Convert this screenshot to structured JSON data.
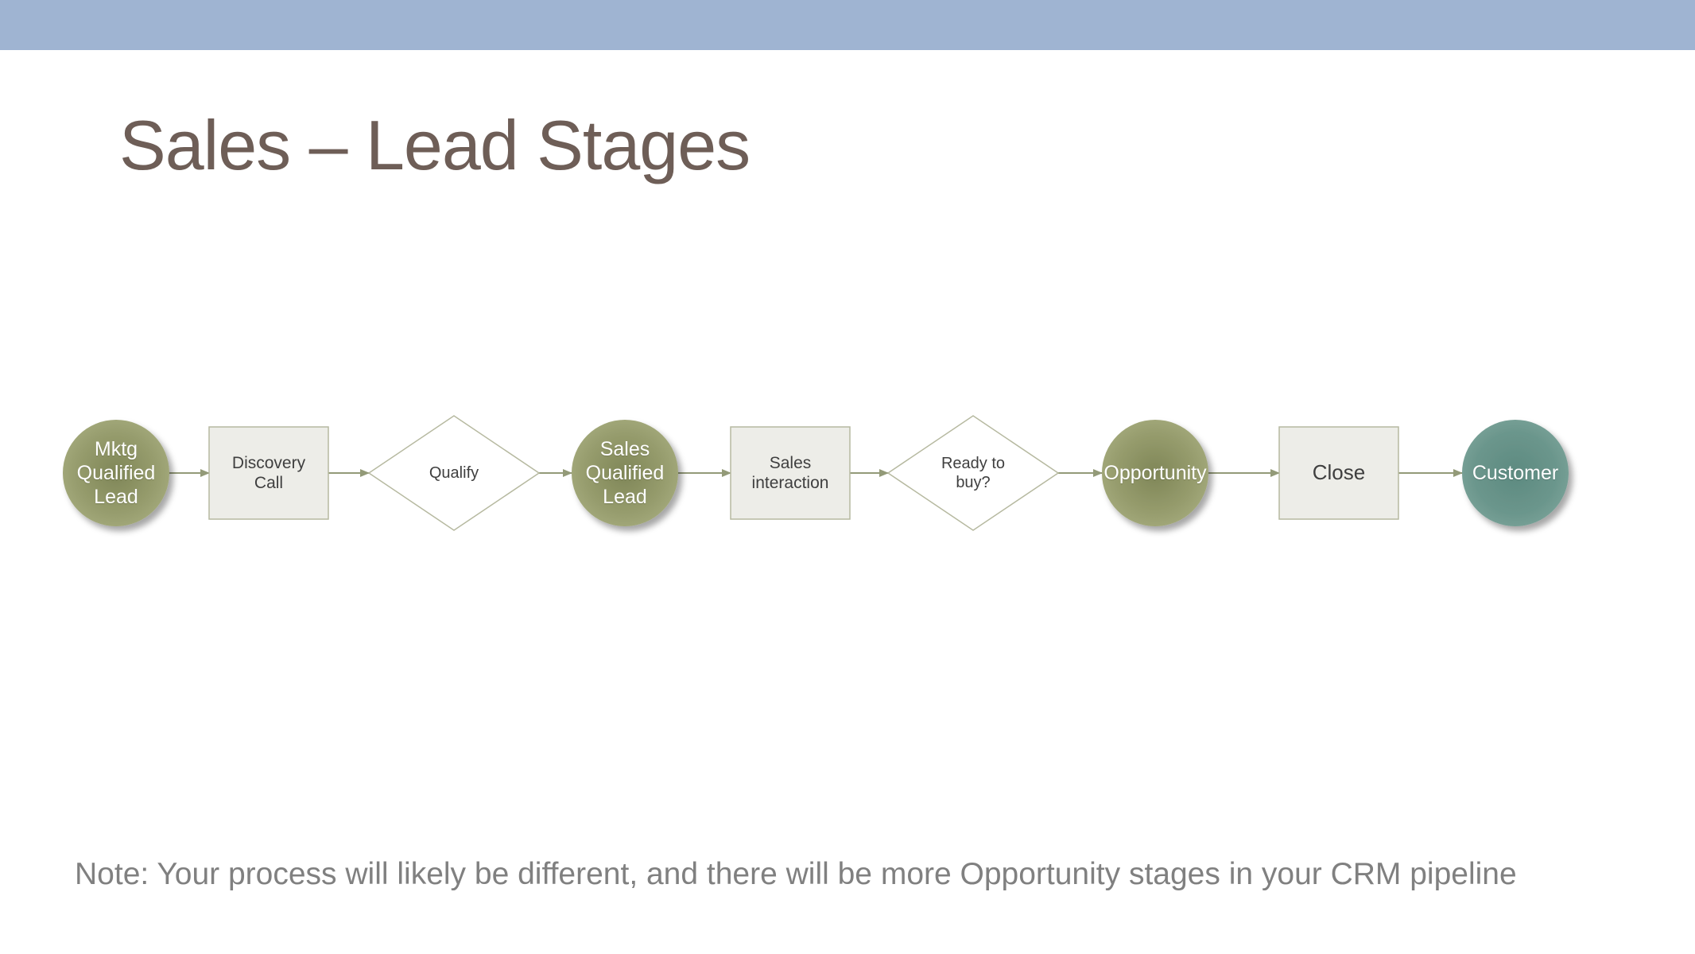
{
  "title": "Sales – Lead Stages",
  "note": "Note: Your process will likely be different, and there will be more Opportunity stages in your CRM pipeline",
  "colors": {
    "top_bar": "#9fb4d2",
    "title": "#6e5e57",
    "stage_circle": "#99a070",
    "customer_circle": "#6e988f",
    "box_fill": "#ededE8",
    "shape_border": "#b6b9a0",
    "connector": "#939a78",
    "note": "#808080"
  },
  "stages": [
    {
      "id": "mktg-qualified-lead",
      "shape": "circle",
      "label": "Mktg\nQualified\nLead"
    },
    {
      "id": "discovery-call",
      "shape": "box",
      "label": "Discovery\nCall"
    },
    {
      "id": "qualify",
      "shape": "diamond",
      "label": "Qualify"
    },
    {
      "id": "sales-qualified-lead",
      "shape": "circle",
      "label": "Sales\nQualified\nLead"
    },
    {
      "id": "sales-interaction",
      "shape": "box",
      "label": "Sales\ninteraction"
    },
    {
      "id": "ready-to-buy",
      "shape": "diamond",
      "label": "Ready to\nbuy?"
    },
    {
      "id": "opportunity",
      "shape": "circle",
      "label": "Opportunity"
    },
    {
      "id": "close",
      "shape": "box",
      "label": "Close"
    },
    {
      "id": "customer",
      "shape": "circle-teal",
      "label": "Customer"
    }
  ]
}
